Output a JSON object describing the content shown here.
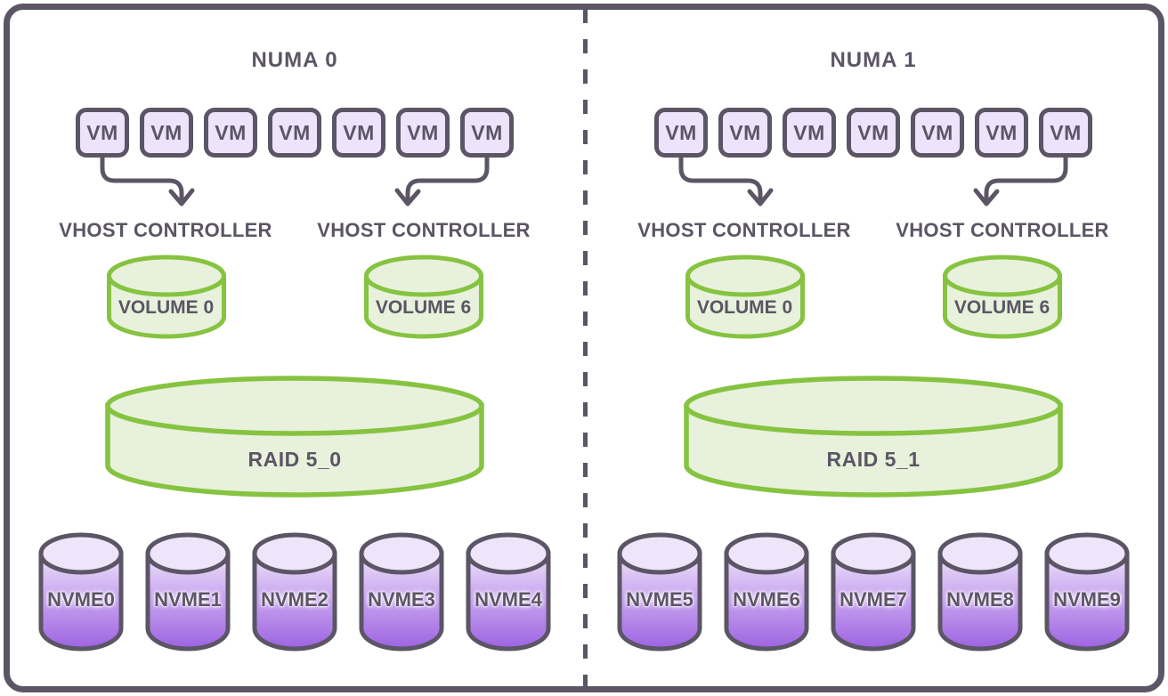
{
  "numa": [
    {
      "title": "NUMA 0",
      "vms": [
        "VM",
        "VM",
        "VM",
        "VM",
        "VM",
        "VM",
        "VM"
      ],
      "vhost_controllers": [
        {
          "label": "VHOST CONTROLLER",
          "volume": "VOLUME 0"
        },
        {
          "label": "VHOST CONTROLLER",
          "volume": "VOLUME 6"
        }
      ],
      "raid": "RAID 5_0",
      "nvme_drives": [
        "NVME0",
        "NVME1",
        "NVME2",
        "NVME3",
        "NVME4"
      ]
    },
    {
      "title": "NUMA 1",
      "vms": [
        "VM",
        "VM",
        "VM",
        "VM",
        "VM",
        "VM",
        "VM"
      ],
      "vhost_controllers": [
        {
          "label": "VHOST CONTROLLER",
          "volume": "VOLUME 0"
        },
        {
          "label": "VHOST CONTROLLER",
          "volume": "VOLUME 6"
        }
      ],
      "raid": "RAID 5_1",
      "nvme_drives": [
        "NVME5",
        "NVME6",
        "NVME7",
        "NVME8",
        "NVME9"
      ]
    }
  ],
  "colors": {
    "ink": "#5B5565",
    "vm_fill": "#EDE3FA",
    "green_stroke": "#85C341",
    "green_fill": "#E8F1DB",
    "nvme_top": "#EEE5FA",
    "nvme_gradient_start": "#EDE2F9",
    "nvme_gradient_mid": "#C9A6F0",
    "nvme_gradient_end": "#9D63E1",
    "background": "#FFFFFF"
  }
}
